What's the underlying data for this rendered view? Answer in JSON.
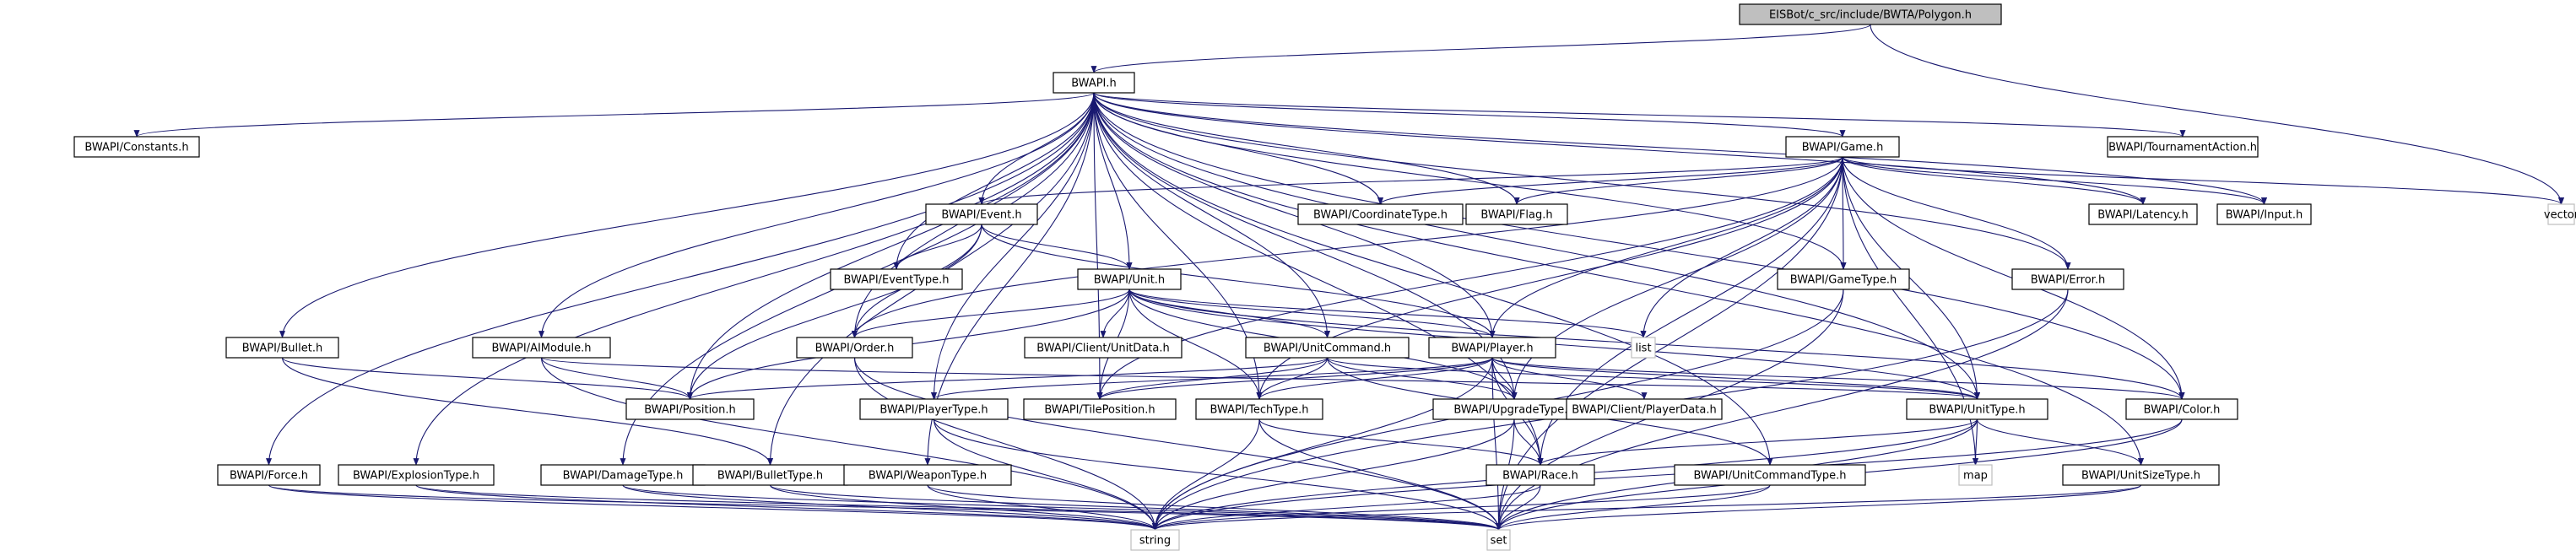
{
  "diagram": {
    "nodes": [
      {
        "id": "polygon",
        "label": "EISBot/c_src/include/BWTA/Polygon.h",
        "kind": "root"
      },
      {
        "id": "bwapi",
        "label": "BWAPI.h",
        "kind": "file"
      },
      {
        "id": "vector",
        "label": "vector",
        "kind": "external"
      },
      {
        "id": "constants",
        "label": "BWAPI/Constants.h",
        "kind": "file"
      },
      {
        "id": "game",
        "label": "BWAPI/Game.h",
        "kind": "file"
      },
      {
        "id": "tournament",
        "label": "BWAPI/TournamentAction.h",
        "kind": "file"
      },
      {
        "id": "event",
        "label": "BWAPI/Event.h",
        "kind": "file"
      },
      {
        "id": "coordtype",
        "label": "BWAPI/CoordinateType.h",
        "kind": "file"
      },
      {
        "id": "flag",
        "label": "BWAPI/Flag.h",
        "kind": "file"
      },
      {
        "id": "latency",
        "label": "BWAPI/Latency.h",
        "kind": "file"
      },
      {
        "id": "input",
        "label": "BWAPI/Input.h",
        "kind": "file"
      },
      {
        "id": "eventtype",
        "label": "BWAPI/EventType.h",
        "kind": "file"
      },
      {
        "id": "unit",
        "label": "BWAPI/Unit.h",
        "kind": "file"
      },
      {
        "id": "gametype",
        "label": "BWAPI/GameType.h",
        "kind": "file"
      },
      {
        "id": "error",
        "label": "BWAPI/Error.h",
        "kind": "file"
      },
      {
        "id": "bullet",
        "label": "BWAPI/Bullet.h",
        "kind": "file"
      },
      {
        "id": "aimodule",
        "label": "BWAPI/AIModule.h",
        "kind": "file"
      },
      {
        "id": "order",
        "label": "BWAPI/Order.h",
        "kind": "file"
      },
      {
        "id": "unitdata",
        "label": "BWAPI/Client/UnitData.h",
        "kind": "file"
      },
      {
        "id": "unitcommand",
        "label": "BWAPI/UnitCommand.h",
        "kind": "file"
      },
      {
        "id": "player",
        "label": "BWAPI/Player.h",
        "kind": "file"
      },
      {
        "id": "list",
        "label": "list",
        "kind": "external"
      },
      {
        "id": "position",
        "label": "BWAPI/Position.h",
        "kind": "file"
      },
      {
        "id": "playertype",
        "label": "BWAPI/PlayerType.h",
        "kind": "file"
      },
      {
        "id": "tileposition",
        "label": "BWAPI/TilePosition.h",
        "kind": "file"
      },
      {
        "id": "techtype",
        "label": "BWAPI/TechType.h",
        "kind": "file"
      },
      {
        "id": "upgradetype",
        "label": "BWAPI/UpgradeType.h",
        "kind": "file"
      },
      {
        "id": "playerdata",
        "label": "BWAPI/Client/PlayerData.h",
        "kind": "file"
      },
      {
        "id": "unittype",
        "label": "BWAPI/UnitType.h",
        "kind": "file"
      },
      {
        "id": "color",
        "label": "BWAPI/Color.h",
        "kind": "file"
      },
      {
        "id": "force",
        "label": "BWAPI/Force.h",
        "kind": "file"
      },
      {
        "id": "explosiontype",
        "label": "BWAPI/ExplosionType.h",
        "kind": "file"
      },
      {
        "id": "damagetype",
        "label": "BWAPI/DamageType.h",
        "kind": "file"
      },
      {
        "id": "bullettype",
        "label": "BWAPI/BulletType.h",
        "kind": "file"
      },
      {
        "id": "weapontype",
        "label": "BWAPI/WeaponType.h",
        "kind": "file"
      },
      {
        "id": "race",
        "label": "BWAPI/Race.h",
        "kind": "file"
      },
      {
        "id": "unitcommandtype",
        "label": "BWAPI/UnitCommandType.h",
        "kind": "file"
      },
      {
        "id": "map",
        "label": "map",
        "kind": "external"
      },
      {
        "id": "unitsizetype",
        "label": "BWAPI/UnitSizeType.h",
        "kind": "file"
      },
      {
        "id": "string",
        "label": "string",
        "kind": "external"
      },
      {
        "id": "set",
        "label": "set",
        "kind": "external"
      }
    ],
    "edges": [
      [
        "polygon",
        "bwapi"
      ],
      [
        "polygon",
        "vector"
      ],
      [
        "bwapi",
        "constants"
      ],
      [
        "bwapi",
        "game"
      ],
      [
        "bwapi",
        "tournament"
      ],
      [
        "bwapi",
        "event"
      ],
      [
        "bwapi",
        "coordtype"
      ],
      [
        "bwapi",
        "flag"
      ],
      [
        "bwapi",
        "latency"
      ],
      [
        "bwapi",
        "input"
      ],
      [
        "bwapi",
        "eventtype"
      ],
      [
        "bwapi",
        "unit"
      ],
      [
        "bwapi",
        "gametype"
      ],
      [
        "bwapi",
        "error"
      ],
      [
        "bwapi",
        "bullet"
      ],
      [
        "bwapi",
        "aimodule"
      ],
      [
        "bwapi",
        "order"
      ],
      [
        "bwapi",
        "unitcommand"
      ],
      [
        "bwapi",
        "player"
      ],
      [
        "bwapi",
        "position"
      ],
      [
        "bwapi",
        "playertype"
      ],
      [
        "bwapi",
        "tileposition"
      ],
      [
        "bwapi",
        "techtype"
      ],
      [
        "bwapi",
        "upgradetype"
      ],
      [
        "bwapi",
        "unittype"
      ],
      [
        "bwapi",
        "color"
      ],
      [
        "bwapi",
        "force"
      ],
      [
        "bwapi",
        "explosiontype"
      ],
      [
        "bwapi",
        "damagetype"
      ],
      [
        "bwapi",
        "bullettype"
      ],
      [
        "bwapi",
        "weapontype"
      ],
      [
        "bwapi",
        "race"
      ],
      [
        "bwapi",
        "unitcommandtype"
      ],
      [
        "bwapi",
        "unitsizetype"
      ],
      [
        "game",
        "event"
      ],
      [
        "game",
        "coordtype"
      ],
      [
        "game",
        "flag"
      ],
      [
        "game",
        "latency"
      ],
      [
        "game",
        "input"
      ],
      [
        "game",
        "vector"
      ],
      [
        "game",
        "list"
      ],
      [
        "game",
        "gametype"
      ],
      [
        "game",
        "error"
      ],
      [
        "game",
        "player"
      ],
      [
        "game",
        "unittype"
      ],
      [
        "game",
        "techtype"
      ],
      [
        "game",
        "upgradetype"
      ],
      [
        "game",
        "race"
      ],
      [
        "game",
        "color"
      ],
      [
        "game",
        "map"
      ],
      [
        "game",
        "set"
      ],
      [
        "game",
        "order"
      ],
      [
        "game",
        "tileposition"
      ],
      [
        "event",
        "eventtype"
      ],
      [
        "event",
        "unit"
      ],
      [
        "event",
        "position"
      ],
      [
        "event",
        "player"
      ],
      [
        "event",
        "order"
      ],
      [
        "unit",
        "order"
      ],
      [
        "unit",
        "unitdata"
      ],
      [
        "unit",
        "unitcommand"
      ],
      [
        "unit",
        "player"
      ],
      [
        "unit",
        "list"
      ],
      [
        "unit",
        "position"
      ],
      [
        "unit",
        "tileposition"
      ],
      [
        "unit",
        "techtype"
      ],
      [
        "unit",
        "upgradetype"
      ],
      [
        "unit",
        "unittype"
      ],
      [
        "unit",
        "color"
      ],
      [
        "unitcommand",
        "position"
      ],
      [
        "unitcommand",
        "tileposition"
      ],
      [
        "unitcommand",
        "techtype"
      ],
      [
        "unitcommand",
        "upgradetype"
      ],
      [
        "unitcommand",
        "unittype"
      ],
      [
        "unitcommand",
        "unitcommandtype"
      ],
      [
        "player",
        "playertype"
      ],
      [
        "player",
        "tileposition"
      ],
      [
        "player",
        "techtype"
      ],
      [
        "player",
        "upgradetype"
      ],
      [
        "player",
        "playerdata"
      ],
      [
        "player",
        "unittype"
      ],
      [
        "player",
        "race"
      ],
      [
        "player",
        "color"
      ],
      [
        "player",
        "string"
      ],
      [
        "player",
        "set"
      ],
      [
        "gametype",
        "string"
      ],
      [
        "gametype",
        "set"
      ],
      [
        "error",
        "string"
      ],
      [
        "error",
        "set"
      ],
      [
        "bullet",
        "position"
      ],
      [
        "bullet",
        "bullettype"
      ],
      [
        "aimodule",
        "position"
      ],
      [
        "aimodule",
        "unittype"
      ],
      [
        "aimodule",
        "string"
      ],
      [
        "order",
        "string"
      ],
      [
        "order",
        "set"
      ],
      [
        "playertype",
        "string"
      ],
      [
        "playertype",
        "set"
      ],
      [
        "techtype",
        "race"
      ],
      [
        "techtype",
        "string"
      ],
      [
        "techtype",
        "set"
      ],
      [
        "upgradetype",
        "race"
      ],
      [
        "upgradetype",
        "string"
      ],
      [
        "upgradetype",
        "set"
      ],
      [
        "unittype",
        "race"
      ],
      [
        "unittype",
        "map"
      ],
      [
        "unittype",
        "unitsizetype"
      ],
      [
        "unittype",
        "string"
      ],
      [
        "unittype",
        "set"
      ],
      [
        "color",
        "string"
      ],
      [
        "color",
        "set"
      ],
      [
        "force",
        "string"
      ],
      [
        "force",
        "set"
      ],
      [
        "explosiontype",
        "string"
      ],
      [
        "explosiontype",
        "set"
      ],
      [
        "damagetype",
        "string"
      ],
      [
        "damagetype",
        "set"
      ],
      [
        "bullettype",
        "string"
      ],
      [
        "bullettype",
        "set"
      ],
      [
        "weapontype",
        "string"
      ],
      [
        "weapontype",
        "set"
      ],
      [
        "race",
        "string"
      ],
      [
        "race",
        "set"
      ],
      [
        "unitcommandtype",
        "string"
      ],
      [
        "unitcommandtype",
        "set"
      ],
      [
        "unitsizetype",
        "string"
      ],
      [
        "unitsizetype",
        "set"
      ]
    ]
  },
  "colors": {
    "edge": "#191970",
    "node_border": "#000000",
    "external_border": "#bfbfbf",
    "root_fill": "#bfbfbf",
    "node_fill": "#ffffff"
  }
}
